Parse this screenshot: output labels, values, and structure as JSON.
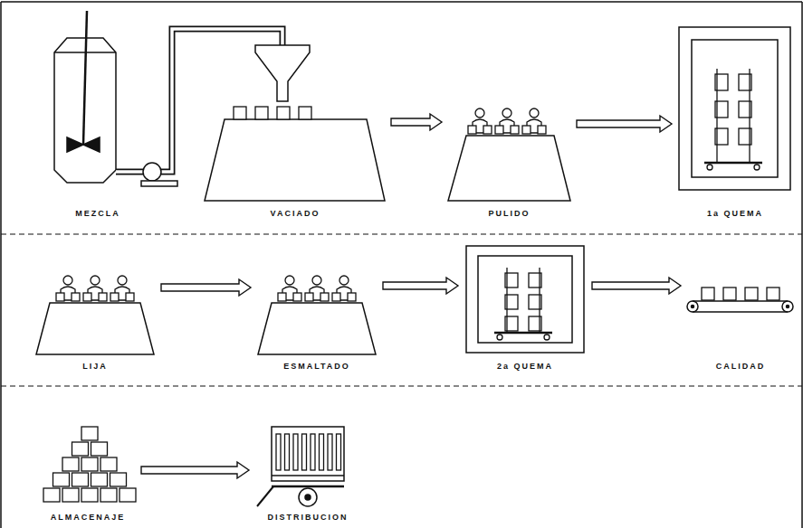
{
  "diagram": {
    "nodes": [
      {
        "text": [
          "MEZCLA"
        ]
      },
      {
        "text": [
          "VACIADO"
        ]
      },
      {
        "text": [
          "PULIDO"
        ]
      },
      {
        "text": [
          "1a QUEMA"
        ]
      },
      {
        "text": [
          "LIJA"
        ]
      },
      {
        "text": [
          "ESMALTADO"
        ]
      },
      {
        "text": [
          "2a QUEMA"
        ]
      },
      {
        "text": [
          "CALIDAD"
        ]
      },
      {
        "text": [
          "ALMACENAJE"
        ]
      },
      {
        "text": [
          "DISTRIBUCION"
        ]
      }
    ],
    "edges": [
      {
        "from": 1,
        "to": 2,
        "arrow": "to"
      },
      {
        "from": 2,
        "to": 3,
        "arrow": "to"
      },
      {
        "from": 4,
        "to": 5,
        "arrow": "to"
      },
      {
        "from": 5,
        "to": 6,
        "arrow": "to"
      },
      {
        "from": 6,
        "to": 7,
        "arrow": "to"
      },
      {
        "from": 8,
        "to": 9,
        "arrow": "to"
      }
    ]
  }
}
